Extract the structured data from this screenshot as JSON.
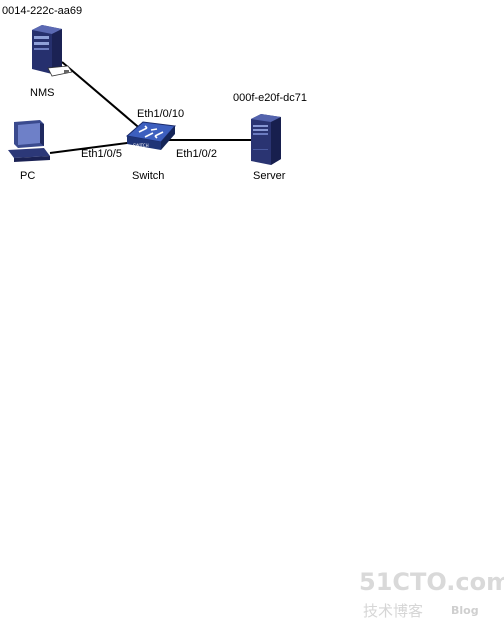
{
  "devices": {
    "nms": {
      "name": "NMS",
      "mac": "0014-222c-aa69",
      "icon": "tower-pc-icon"
    },
    "pc": {
      "name": "PC",
      "icon": "desktop-pc-icon"
    },
    "switch": {
      "name": "Switch",
      "icon": "switch-icon"
    },
    "server": {
      "name": "Server",
      "mac": "000f-e20f-dc71",
      "icon": "server-icon"
    }
  },
  "links": [
    {
      "from": "nms",
      "to": "switch",
      "port": "Eth1/0/10"
    },
    {
      "from": "pc",
      "to": "switch",
      "port": "Eth1/0/5"
    },
    {
      "from": "switch",
      "to": "server",
      "port": "Eth1/0/2"
    }
  ],
  "watermark": {
    "brand": "51CTO.com",
    "subtitle": "技术博客",
    "blog": "Blog"
  },
  "colors": {
    "line": "#000000",
    "switch_blue": "#2f4fa0",
    "device_navy": "#2c3878"
  }
}
